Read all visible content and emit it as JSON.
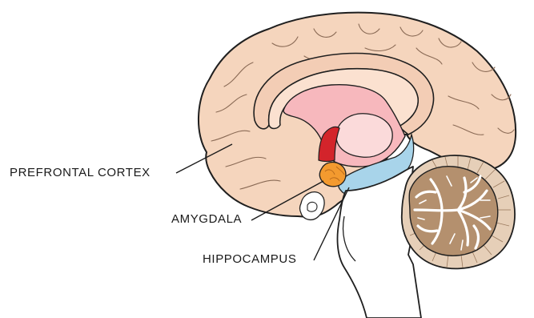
{
  "labels": {
    "prefrontal_cortex": "PREFRONTAL CORTEX",
    "amygdala": "AMYGDALA",
    "hippocampus": "HIPPOCAMPUS"
  },
  "colors": {
    "cortex": "#f5d5bd",
    "cortex_outline": "#1f1f1f",
    "corpus_callosum": "#fbe1d0",
    "ventricle": "#f7b8bd",
    "thalamus": "#fbdada",
    "fornix_red": "#d3242b",
    "amygdala": "#f39a2f",
    "hippocampus": "#a8d4ea",
    "cerebellum": "#b4906e",
    "brainstem": "#ffffff"
  }
}
